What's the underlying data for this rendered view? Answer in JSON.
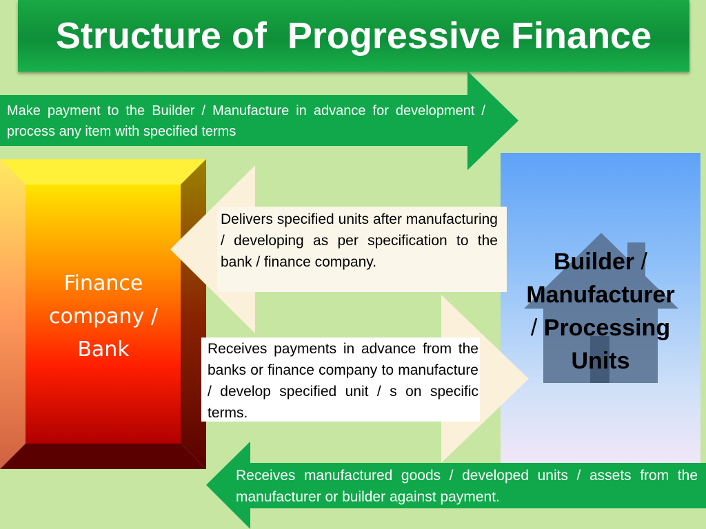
{
  "title": "Structure of  Progressive Finance",
  "top_arrow_text": "Make payment to the Builder / Manufacture in advance for development / process any item with specified terms",
  "finance_box": {
    "label": "Finance company / Bank"
  },
  "builder_box": {
    "label_bold_1": "Builder",
    "label_plain_1": " /",
    "label_bold_2": "Manufacturer",
    "label_plain_2": "/ ",
    "label_bold_3": "Processing Units"
  },
  "deliver_text": "Delivers specified units after manufacturing / developing as per specification to the bank / finance company.",
  "receive_payment_text": "Receives payments in advance from the banks or finance company to manufacture / develop specified unit / s on specific terms.",
  "bottom_arrow_text": "Receives manufactured goods / developed units / assets from the manufacturer or builder against payment.",
  "colors": {
    "background": "#c6e6a2",
    "green": "#10a84a",
    "cream": "#fbf0da",
    "blue_top": "#5fa2f8",
    "house": "#566e8e"
  }
}
